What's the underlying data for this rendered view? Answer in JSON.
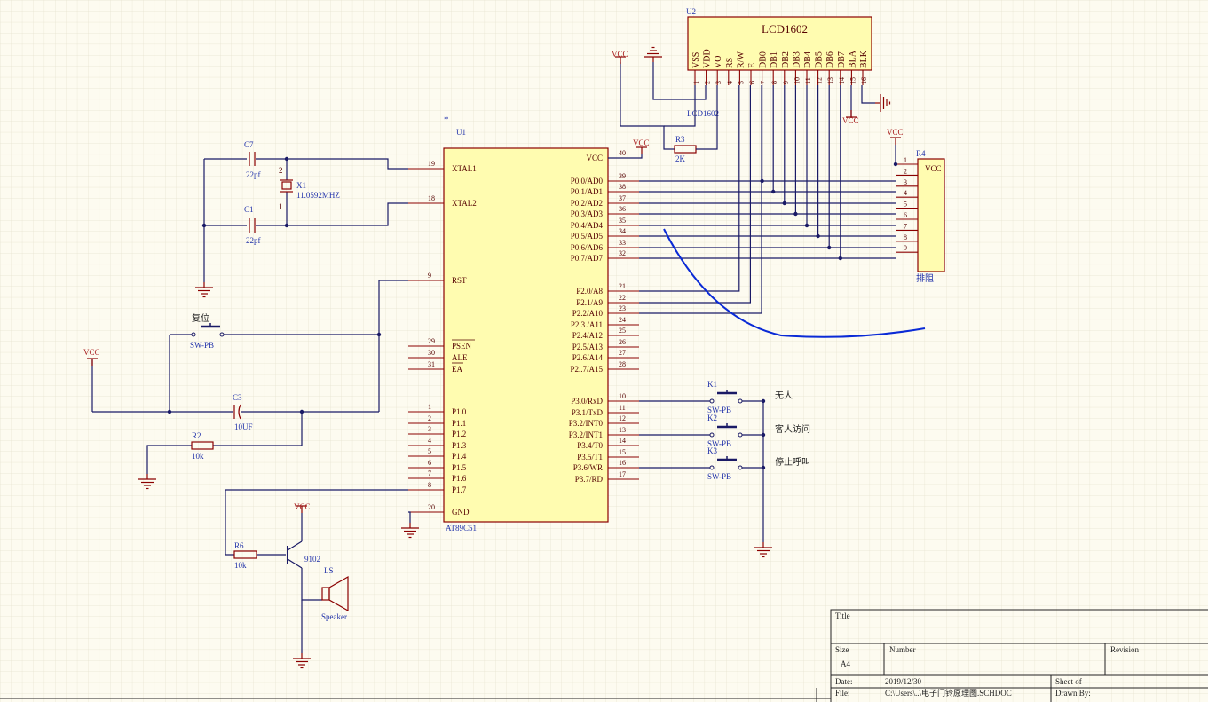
{
  "power": {
    "vcc": "VCC"
  },
  "mcu": {
    "designator": "U1",
    "part": "AT89C51",
    "left_pins": [
      {
        "num": "19",
        "name": "XTAL1"
      },
      {
        "num": "18",
        "name": "XTAL2"
      },
      {
        "num": "9",
        "name": "RST"
      },
      {
        "num": "29",
        "name": "PSEN"
      },
      {
        "num": "30",
        "name": "ALE"
      },
      {
        "num": "31",
        "name": "EA"
      },
      {
        "num": "1",
        "name": "P1.0"
      },
      {
        "num": "2",
        "name": "P1.1"
      },
      {
        "num": "3",
        "name": "P1.2"
      },
      {
        "num": "4",
        "name": "P1.3"
      },
      {
        "num": "5",
        "name": "P1.4"
      },
      {
        "num": "6",
        "name": "P1.5"
      },
      {
        "num": "7",
        "name": "P1.6"
      },
      {
        "num": "8",
        "name": "P1.7"
      },
      {
        "num": "20",
        "name": "GND"
      }
    ],
    "right_pins": [
      {
        "num": "40",
        "name": "VCC"
      },
      {
        "num": "39",
        "name": "P0.0/AD0"
      },
      {
        "num": "38",
        "name": "P0.1/AD1"
      },
      {
        "num": "37",
        "name": "P0.2/AD2"
      },
      {
        "num": "36",
        "name": "P0.3/AD3"
      },
      {
        "num": "35",
        "name": "P0.4/AD4"
      },
      {
        "num": "34",
        "name": "P0.5/AD5"
      },
      {
        "num": "33",
        "name": "P0.6/AD6"
      },
      {
        "num": "32",
        "name": "P0.7/AD7"
      },
      {
        "num": "21",
        "name": "P2.0/A8"
      },
      {
        "num": "22",
        "name": "P2.1/A9"
      },
      {
        "num": "23",
        "name": "P2.2/A10"
      },
      {
        "num": "24",
        "name": "P2.3./A11"
      },
      {
        "num": "25",
        "name": "P2.4/A12"
      },
      {
        "num": "26",
        "name": "P2.5/A13"
      },
      {
        "num": "27",
        "name": "P2.6/A14"
      },
      {
        "num": "28",
        "name": "P2..7/A15"
      },
      {
        "num": "10",
        "name": "P3.0/RxD"
      },
      {
        "num": "11",
        "name": "P3.1/TxD"
      },
      {
        "num": "12",
        "name": "P3.2/INT0"
      },
      {
        "num": "13",
        "name": "P3.2/INT1"
      },
      {
        "num": "14",
        "name": "P3.4/T0"
      },
      {
        "num": "15",
        "name": "P3.5/T1"
      },
      {
        "num": "16",
        "name": "P3.6/WR"
      },
      {
        "num": "17",
        "name": "P3.7/RD"
      }
    ]
  },
  "lcd": {
    "designator": "U2",
    "title": "LCD1602",
    "caption": "LCD1602",
    "pins": [
      "VSS",
      "VDD",
      "VO",
      "RS",
      "R/W",
      "E",
      "DB0",
      "DB1",
      "DB2",
      "DB3",
      "DB4",
      "DB5",
      "DB6",
      "DB7",
      "BLA",
      "BLK"
    ],
    "pin_nums": [
      "1",
      "2",
      "3",
      "4",
      "5",
      "6",
      "7",
      "8",
      "9",
      "10",
      "11",
      "12",
      "13",
      "14",
      "15",
      "16"
    ]
  },
  "pullup": {
    "designator": "R4",
    "vcc_label": "VCC",
    "pins": [
      "1",
      "2",
      "3",
      "4",
      "5",
      "6",
      "7",
      "8",
      "9"
    ],
    "caption": "排阻"
  },
  "crystal": {
    "designator": "X1",
    "value": "11.0592MHZ",
    "pin1": "1",
    "pin2": "2"
  },
  "c7": {
    "designator": "C7",
    "value": "22pf"
  },
  "c1": {
    "designator": "C1",
    "value": "22pf"
  },
  "c3": {
    "designator": "C3",
    "value": "10UF"
  },
  "r2": {
    "designator": "R2",
    "value": "10k"
  },
  "r3": {
    "designator": "R3",
    "value": "2K"
  },
  "r6": {
    "designator": "R6",
    "value": "10k"
  },
  "reset_switch": {
    "label": "复位",
    "part": "SW-PB"
  },
  "keys": [
    {
      "designator": "K1",
      "part": "SW-PB",
      "label": "无人"
    },
    {
      "designator": "K2",
      "part": "SW-PB",
      "label": "客人访问"
    },
    {
      "designator": "K3",
      "part": "SW-PB",
      "label": "停止呼叫"
    }
  ],
  "transistor": {
    "value": "9102"
  },
  "speaker": {
    "designator": "LS",
    "part": "Speaker"
  },
  "star": "*",
  "title_block": {
    "title_label": "Title",
    "size_label": "Size",
    "size_value": "A4",
    "number_label": "Number",
    "revision_label": "Revision",
    "date_label": "Date:",
    "date_value": "2019/12/30",
    "sheet_label": "Sheet   of",
    "file_label": "File:",
    "file_value": "C:\\Users\\..\\电子门铃原理图.SCHDOC",
    "drawn_label": "Drawn By:"
  }
}
